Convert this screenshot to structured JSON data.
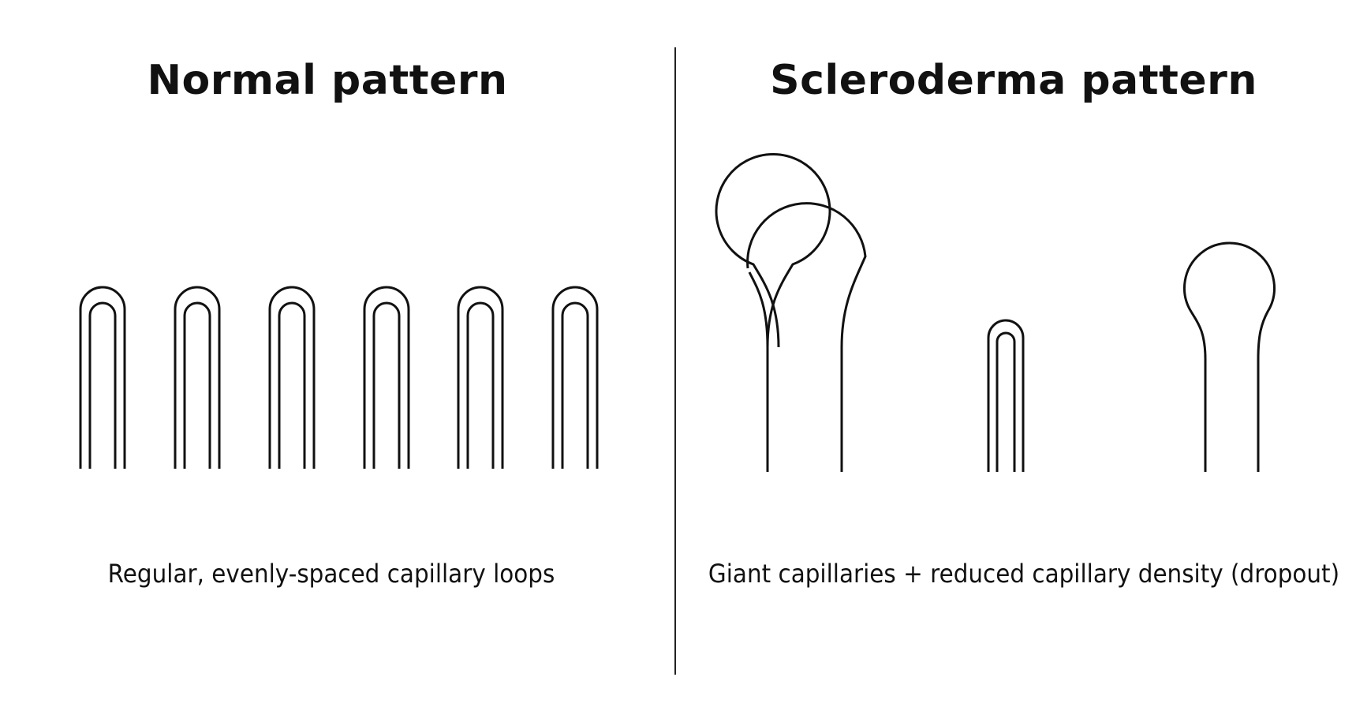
{
  "left_panel": {
    "title": "Normal pattern",
    "caption": "Regular, evenly-spaced capillary loops"
  },
  "right_panel": {
    "title": "Scleroderma pattern",
    "caption": "Giant capillaries + reduced capillary density (dropout)"
  },
  "colors": {
    "line": "#111111",
    "background": "#ffffff"
  }
}
